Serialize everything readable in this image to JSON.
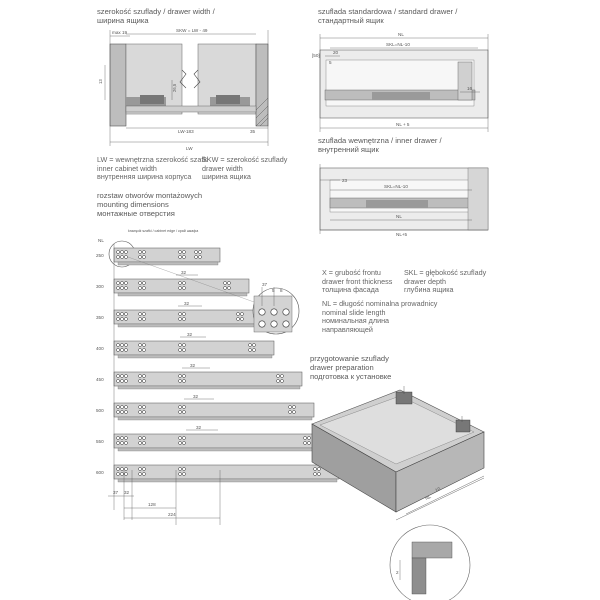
{
  "top_left": {
    "title": [
      "szerokość szuflady / drawer width /",
      "ширина ящика"
    ],
    "dims": {
      "max19": "max 19",
      "skw": "SKW = LW - 49",
      "lw183": "LW-183",
      "d35": "35",
      "lw": "LW",
      "d13": "13",
      "d26": "26,5"
    },
    "legend_lw": [
      "LW = wewnętrzna szerokość szafki",
      "inner cabinet width",
      "внутренняя ширина корпуса"
    ],
    "legend_skw": [
      "SKW = szerokość szuflady",
      "drawer width",
      "ширина ящика"
    ]
  },
  "top_right": {
    "title1": [
      "szuflada standardowa / standard drawer /",
      "стандартный ящик"
    ],
    "dims1": {
      "nl": "NL",
      "skl": "SKL=NL-10",
      "x20": "20",
      "x50": "[50]",
      "x5": "5",
      "x16": "16",
      "nl5": "NL + 5"
    },
    "title2": [
      "szuflada wewnętrzna / inner drawer /",
      "внутренний ящик"
    ],
    "dims2": {
      "x23": "23",
      "skl": "SKL=NL-10",
      "nl": "NL",
      "nl5": "NL+5"
    }
  },
  "mounting": {
    "title": [
      "rozstaw otworów montażowych",
      "mounting dimensions",
      "монтажные отверстия"
    ],
    "header": "NL",
    "edge_label": "krawędź szafki / cabinet edge / край шкафа",
    "rows": [
      "250",
      "300",
      "350",
      "400",
      "450",
      "500",
      "550",
      "600"
    ],
    "bottom_dims": {
      "d37": "37",
      "d32": "32",
      "d128": "128",
      "d224": "224"
    },
    "inner_dims": [
      "32",
      "32",
      "32",
      "32",
      "32",
      "32"
    ]
  },
  "detail": {
    "d37": "37",
    "d5": "5",
    "d8": "8"
  },
  "legend": {
    "x": [
      "X = grubość frontu",
      "drawer front thickness",
      "толщина фасада"
    ],
    "skl": [
      "SKL = głębokość szuflady",
      "drawer depth",
      "глубина ящика"
    ],
    "nl": [
      "NL = długość nominalna prowadnicy",
      "nominal slide length",
      "номинальная длина",
      "направляющей"
    ]
  },
  "prep": {
    "title": [
      "przygotowanie szuflady",
      "drawer preparation",
      "подготовка к установке"
    ],
    "dims": {
      "nl": "NL",
      "x10": "10",
      "x2": "2"
    }
  }
}
